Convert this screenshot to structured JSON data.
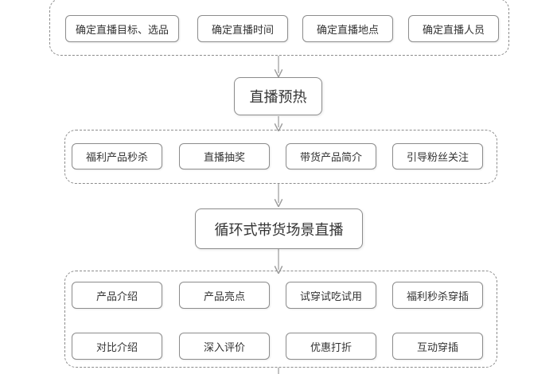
{
  "section1": {
    "items": [
      "确定直播目标、选品",
      "确定直播时间",
      "确定直播地点",
      "确定直播人员"
    ]
  },
  "step1": {
    "label": "直播预热"
  },
  "section2": {
    "items": [
      "福利产品秒杀",
      "直播抽奖",
      "带货产品简介",
      "引导粉丝关注"
    ]
  },
  "step2": {
    "label": "循环式带货场景直播"
  },
  "section3": {
    "row1": [
      "产品介绍",
      "产品亮点",
      "试穿试吃试用",
      "福利秒杀穿插"
    ],
    "row2": [
      "对比介绍",
      "深入评价",
      "优惠打折",
      "互动穿插"
    ]
  }
}
